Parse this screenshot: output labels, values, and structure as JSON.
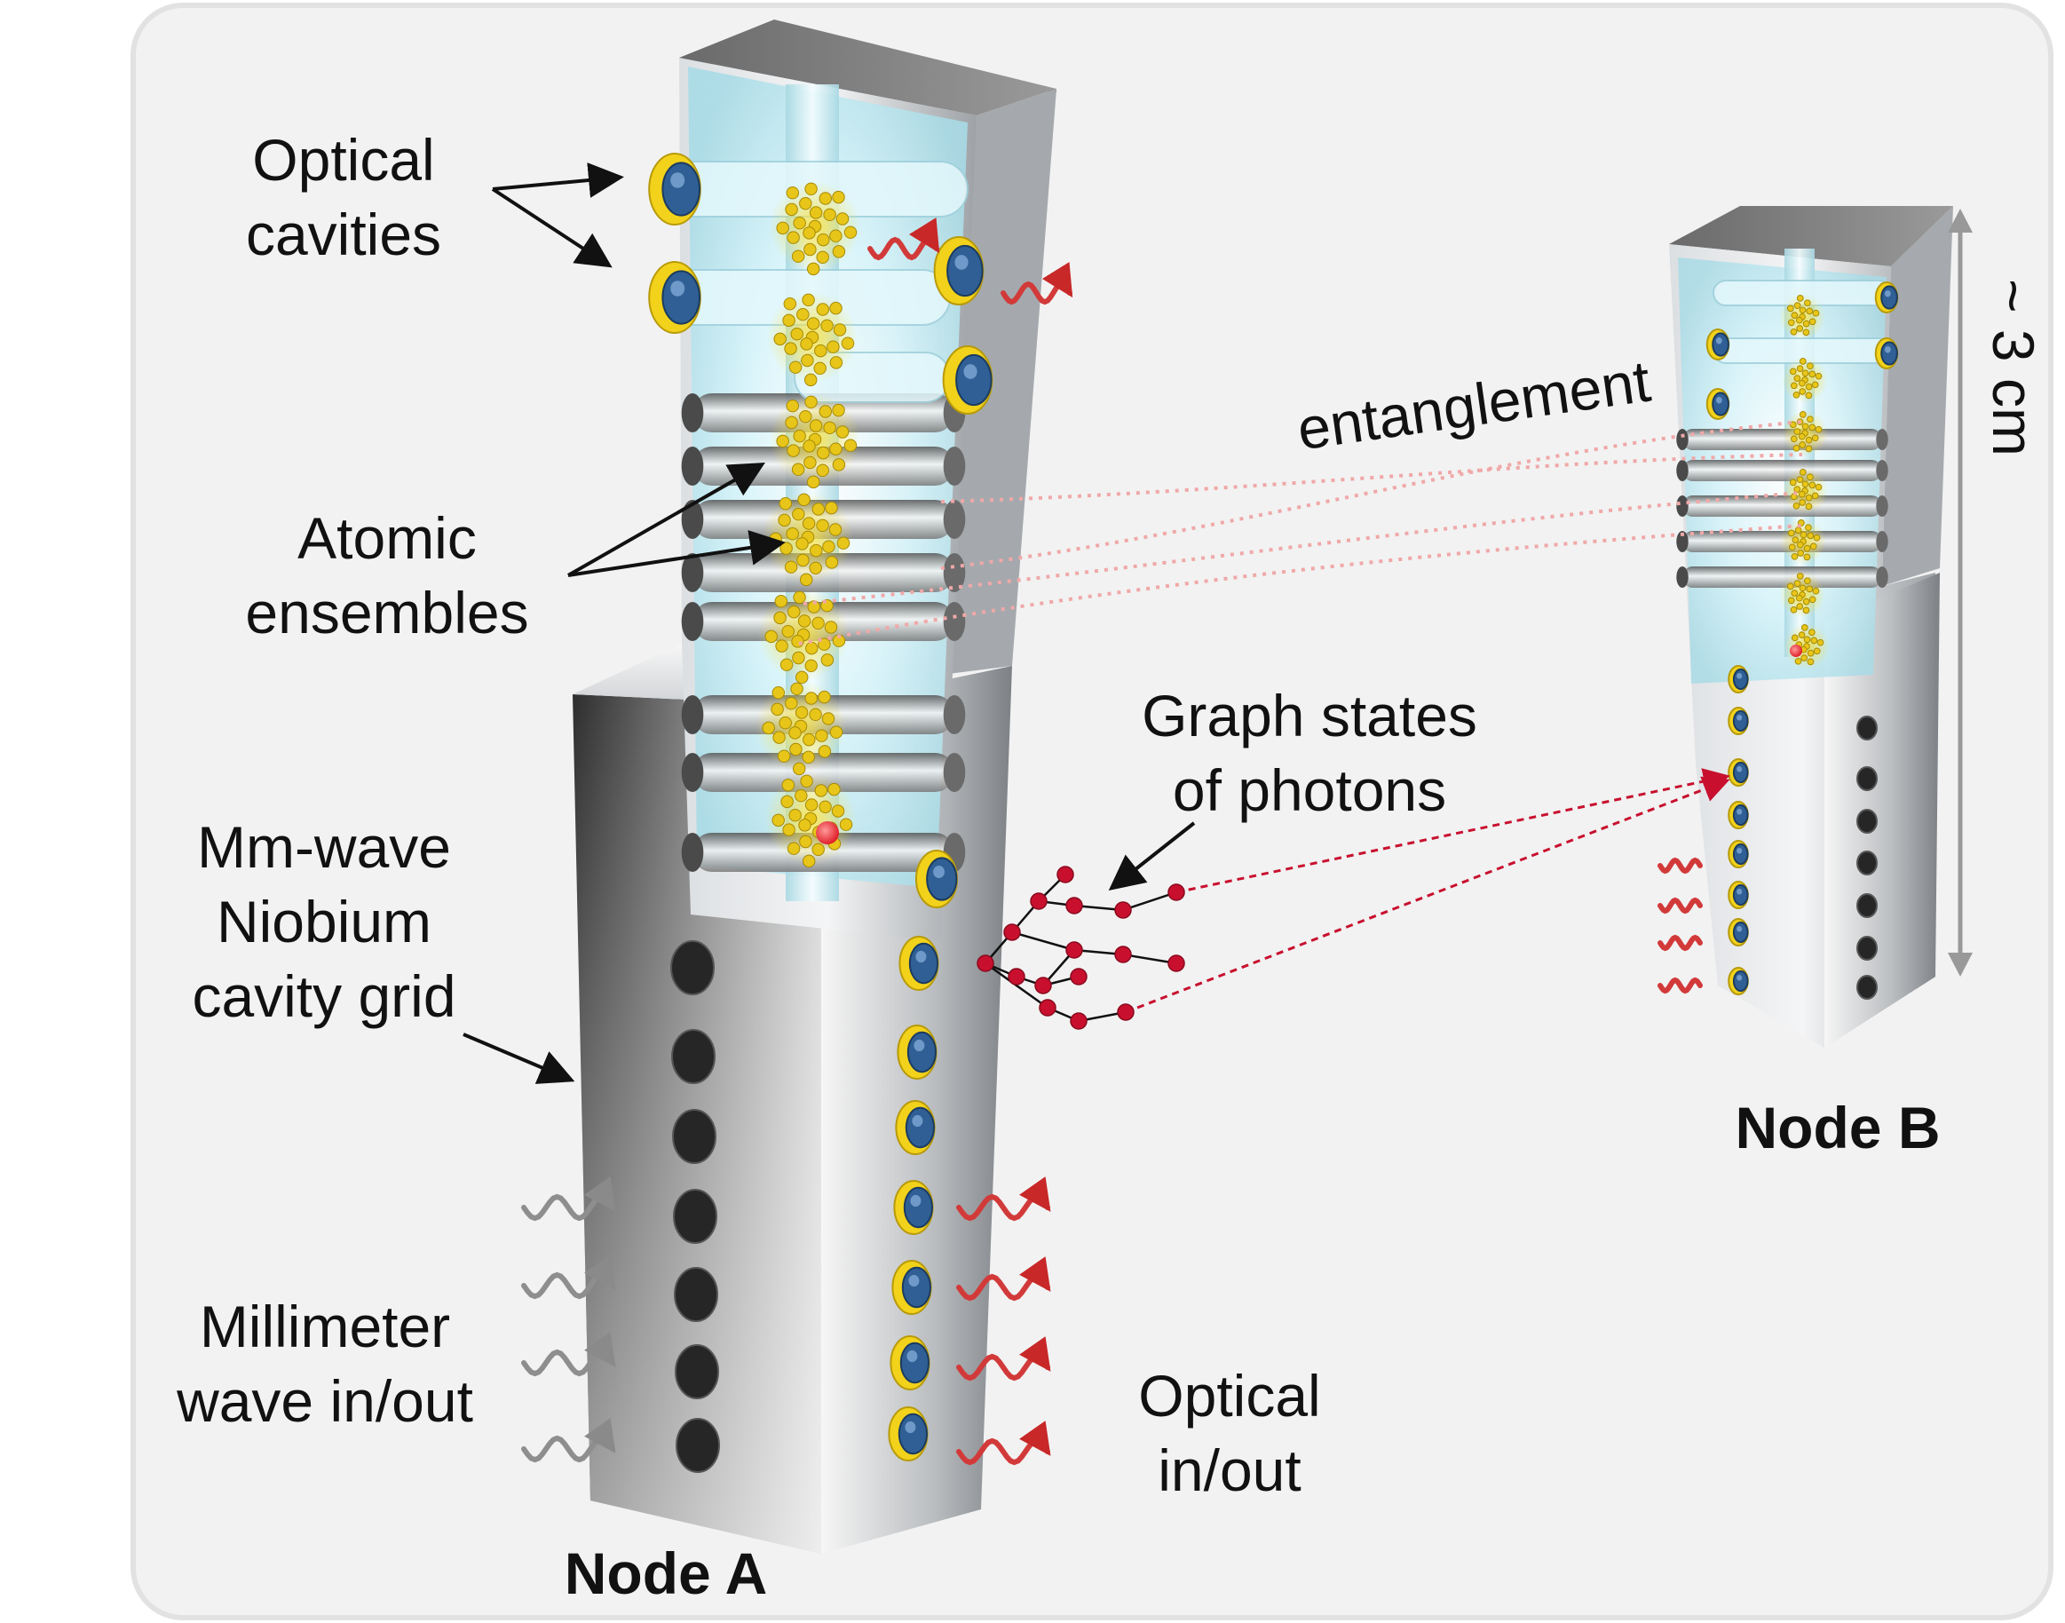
{
  "labels": {
    "optical_cavities": [
      "Optical",
      "cavities"
    ],
    "atomic_ensembles": [
      "Atomic",
      "ensembles"
    ],
    "mm_wave_grid": [
      "Mm-wave",
      "Niobium",
      "cavity grid"
    ],
    "millimeter_wave_io": [
      "Millimeter",
      "wave in/out"
    ],
    "optical_io": [
      "Optical",
      "in/out"
    ],
    "graph_states": [
      "Graph states",
      "of photons"
    ],
    "entanglement": "entanglement",
    "scale": "~ 3 cm",
    "node_a": "Node A",
    "node_b": "Node B"
  },
  "colors": {
    "background_panel": "#f2f2f2",
    "panel_border": "#e2e2e2",
    "metal_light": "#e6e8ea",
    "metal_dark": "#3a3a3a",
    "cavity_glow": "#d6f4fb",
    "gold_ring": "#f2d21a",
    "mirror_blue": "#2f5f95",
    "atom_gold": "#e8c619",
    "photon_red": "#c8102e",
    "entanglement_pink": "#f2a9a9",
    "wave_red": "#d23a3a",
    "wave_gray": "#8e8e8e",
    "scale_arrow": "#999999"
  },
  "icons": {
    "mirror": "cylinder-mirror-icon",
    "atom_cluster": "atom-cluster-icon",
    "photon_wave": "wavy-arrow-icon",
    "graph_node": "dot-icon"
  }
}
